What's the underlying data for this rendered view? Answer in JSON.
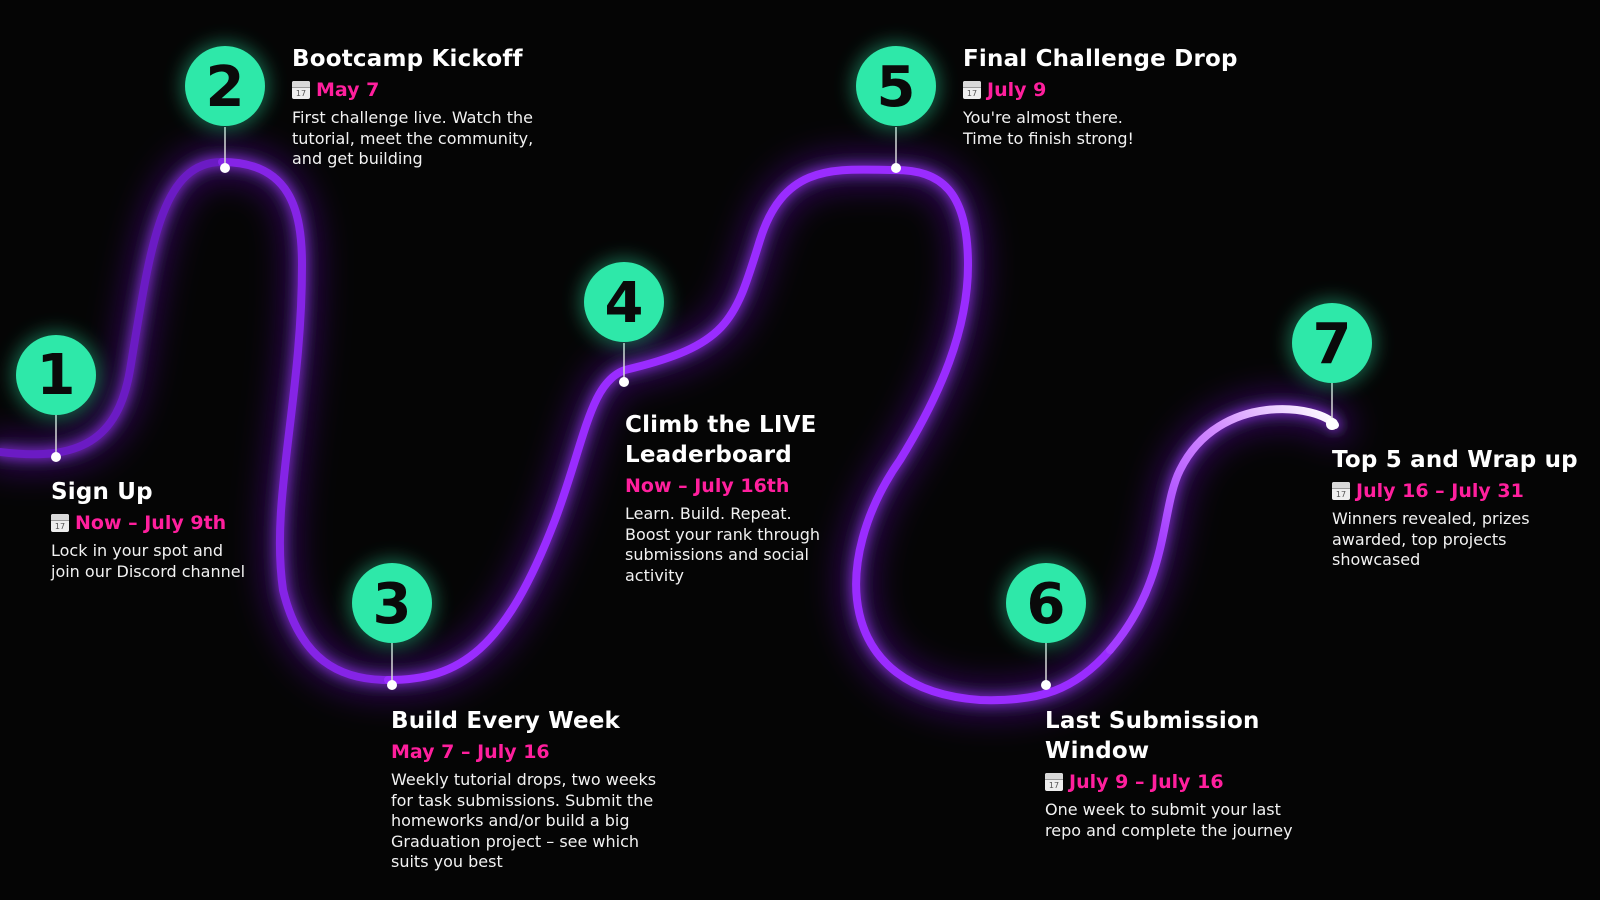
{
  "theme": {
    "background": "#050505",
    "node_fill": "#2ee8a9",
    "node_text": "#0a0a0a",
    "path_color": "#9d2dff",
    "date_color": "#ff1f9d",
    "text_color": "#ffffff"
  },
  "calendar_icon_day": "17",
  "milestones": [
    {
      "number": "1",
      "title": [
        "Sign Up"
      ],
      "date": "Now – July 9th",
      "date_icon": "calendar-icon",
      "description": [
        "Lock in your spot and",
        "join our Discord channel"
      ]
    },
    {
      "number": "2",
      "title": [
        "Bootcamp Kickoff"
      ],
      "date": "May 7",
      "date_icon": "calendar-icon",
      "description": [
        "First challenge live. Watch the",
        "tutorial, meet the community,",
        "and get building"
      ]
    },
    {
      "number": "3",
      "title": [
        "Build Every Week"
      ],
      "date": "May 7 – July 16",
      "date_icon": "",
      "description": [
        "Weekly tutorial drops, two weeks",
        "for task submissions. Submit the",
        "homeworks and/or build a big",
        "Graduation project – see which",
        "suits you best"
      ]
    },
    {
      "number": "4",
      "title": [
        "Climb the LIVE",
        "Leaderboard"
      ],
      "date": "Now – July 16th",
      "date_icon": "",
      "description": [
        "Learn. Build. Repeat.",
        "Boost your rank through",
        "submissions and social",
        "activity"
      ]
    },
    {
      "number": "5",
      "title": [
        "Final Challenge Drop"
      ],
      "date": "July 9",
      "date_icon": "calendar-icon",
      "description": [
        "You're almost there.",
        "Time to finish strong!"
      ]
    },
    {
      "number": "6",
      "title": [
        "Last Submission",
        "Window"
      ],
      "date": "July 9 – July 16",
      "date_icon": "calendar-icon",
      "description": [
        "One week to submit your last",
        "repo and complete the journey"
      ]
    },
    {
      "number": "7",
      "title": [
        "Top 5 and Wrap up"
      ],
      "date": "July 16 – July 31",
      "date_icon": "calendar-icon",
      "description": [
        "Winners revealed, prizes",
        "awarded, top projects",
        "showcased"
      ]
    }
  ]
}
